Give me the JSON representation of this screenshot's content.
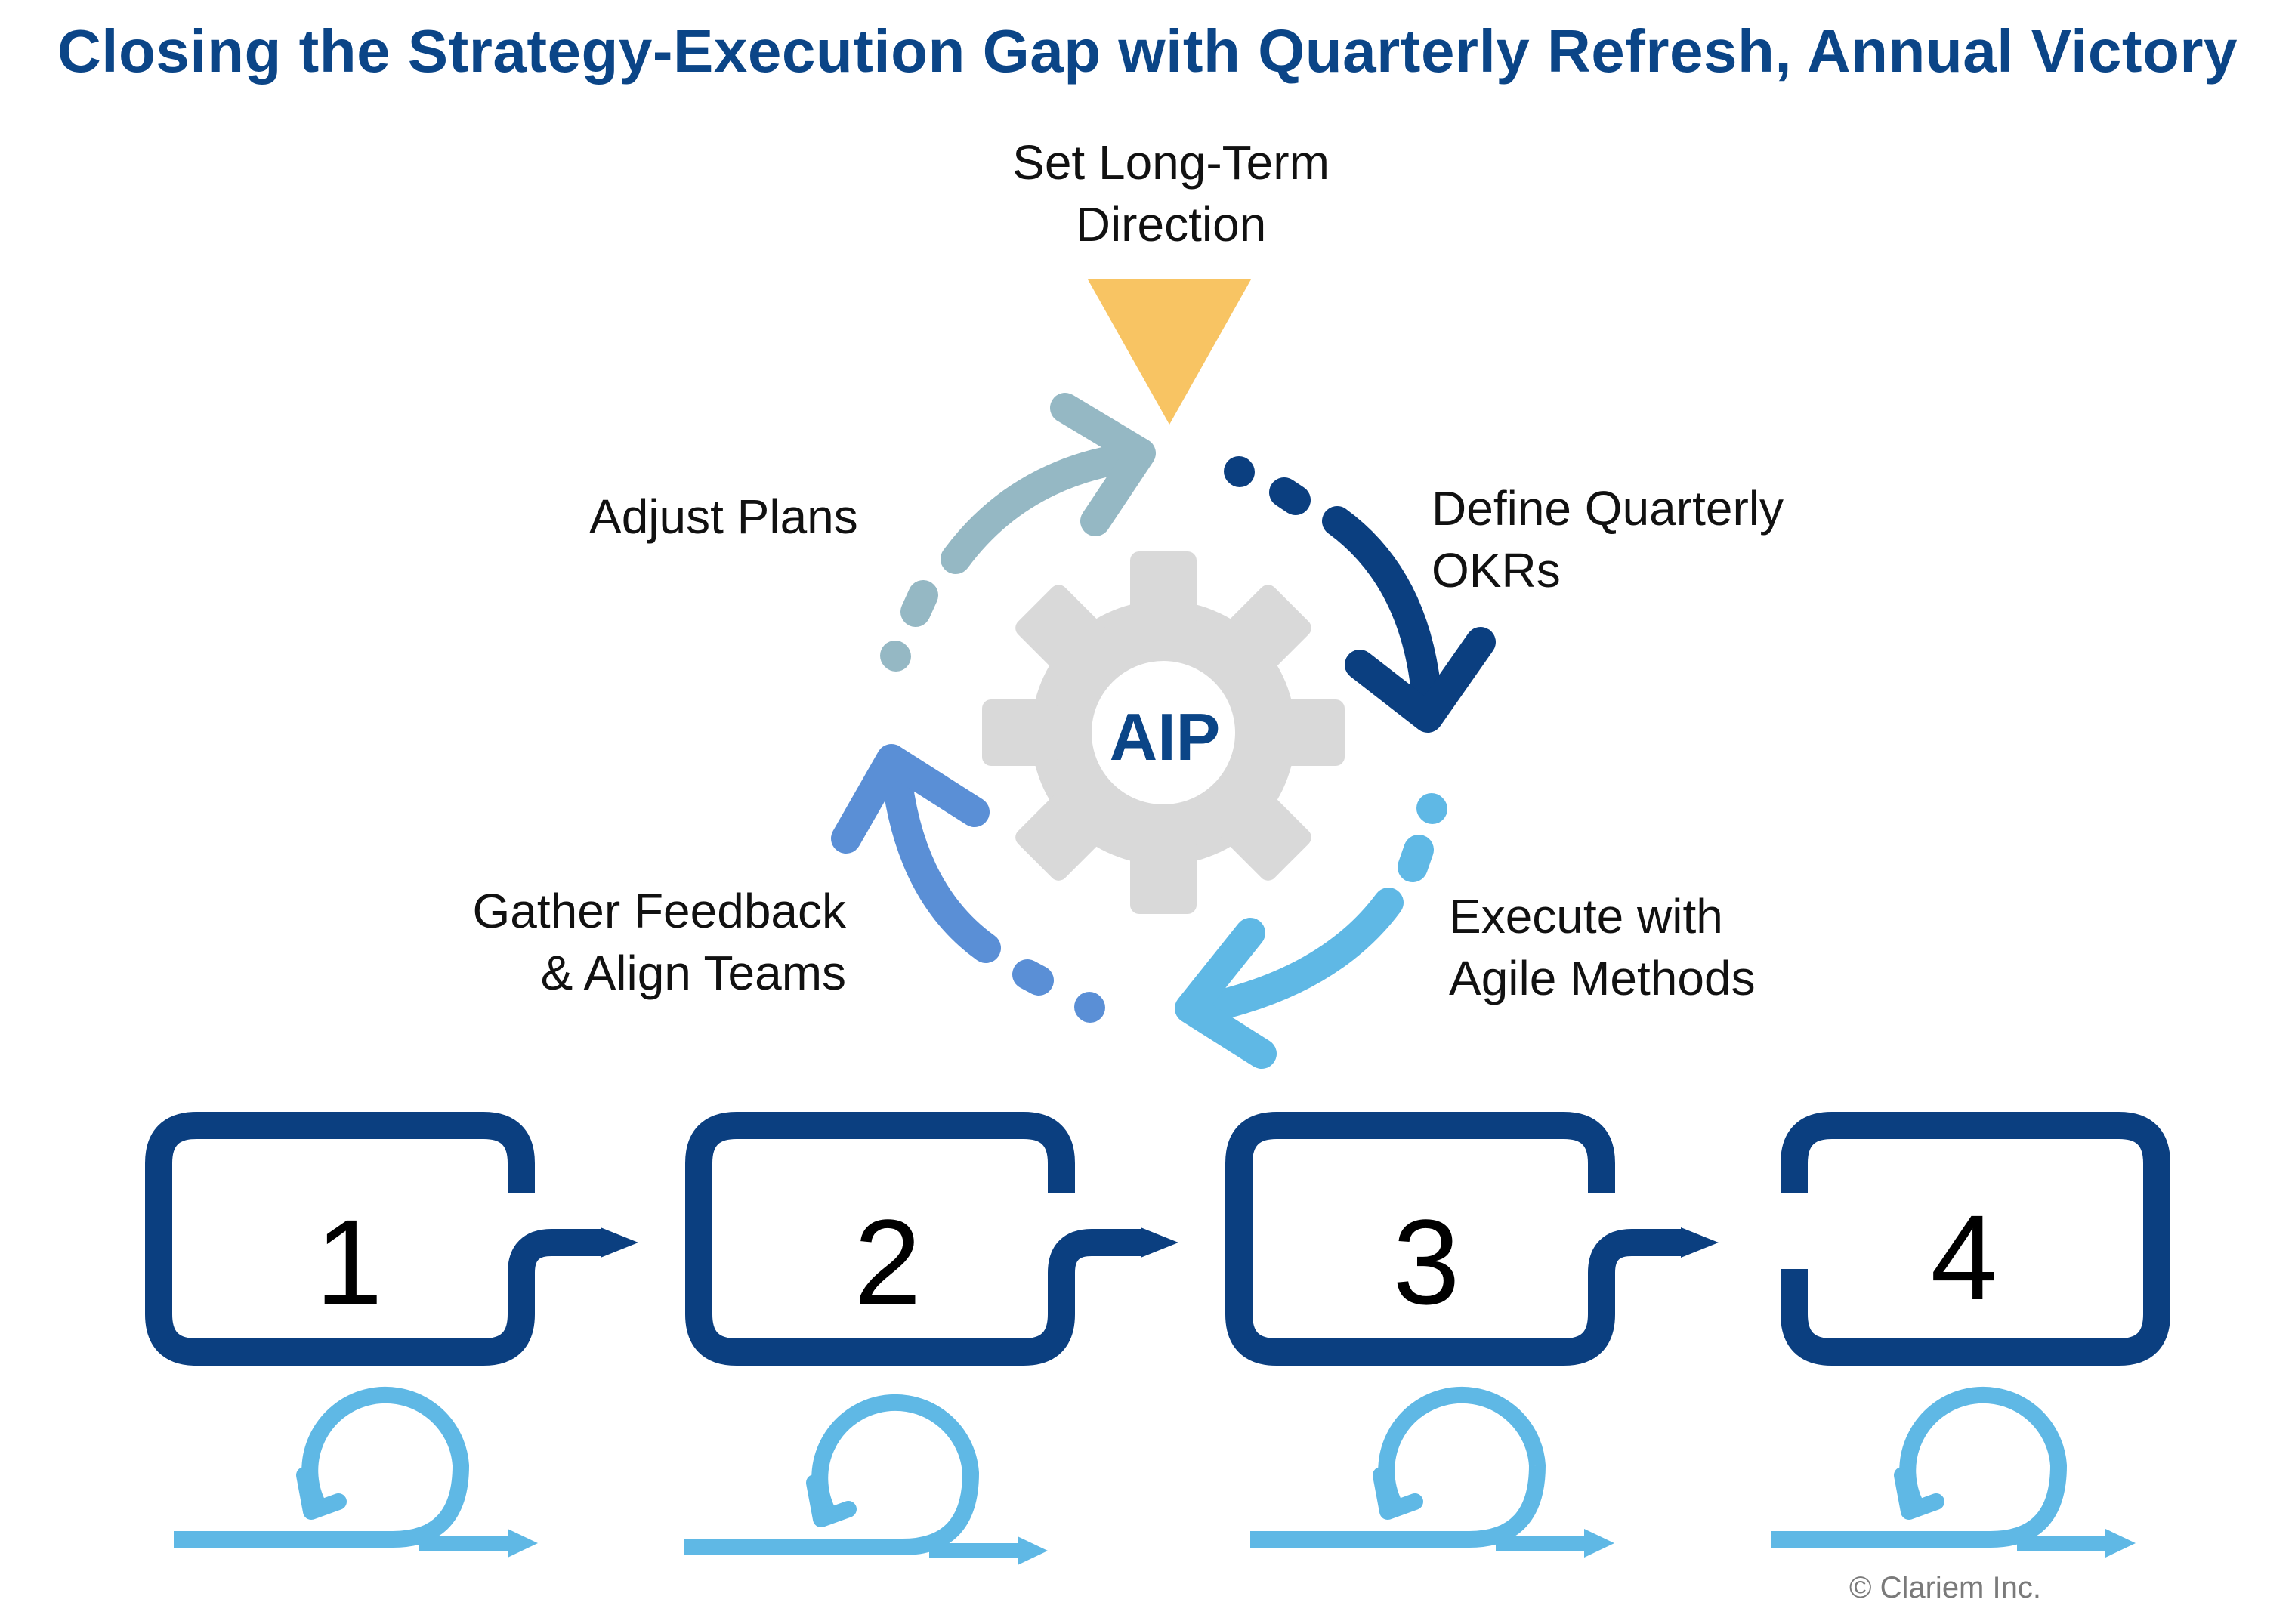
{
  "title": "Closing the Strategy-Execution Gap with Quarterly Refresh, Annual Victory",
  "hub_label": "AIP",
  "steps": {
    "set_direction": [
      "Set Long-Term",
      "Direction"
    ],
    "define_okrs": [
      "Define Quarterly",
      "OKRs"
    ],
    "execute": [
      "Execute with",
      "Agile Methods"
    ],
    "gather_feedback": [
      "Gather Feedback",
      "& Align Teams"
    ],
    "adjust_plans": [
      "Adjust Plans"
    ]
  },
  "quarters": [
    "1",
    "2",
    "3",
    "4"
  ],
  "copyright": "© Clariem Inc.",
  "colors": {
    "title": "#0b4587",
    "navy": "#0b3f80",
    "sky": "#5fb8e5",
    "mid_blue": "#5a8fd6",
    "grey_blue": "#95b8c4",
    "yellow": "#f8c463",
    "gear": "#d9d9d9"
  },
  "icons": [
    "direction-triangle-icon",
    "gear-icon",
    "cycle-arrow-icon",
    "sprint-loop-icon",
    "flow-arrow-icon"
  ]
}
